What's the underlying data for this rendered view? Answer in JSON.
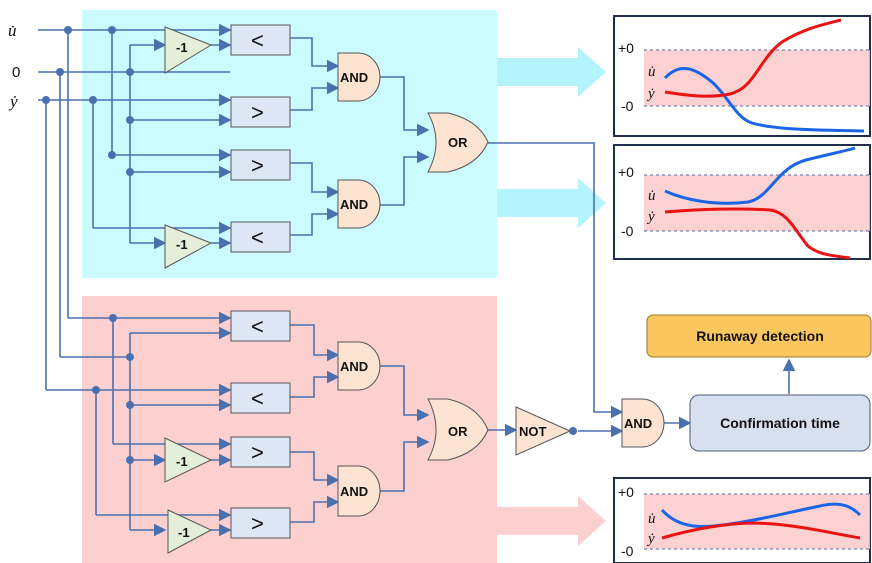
{
  "inputs": {
    "u_dot": "u̇",
    "zero": "0",
    "y_dot": "ẏ"
  },
  "gates": {
    "and": "AND",
    "or": "OR",
    "not": "NOT",
    "neg": "-1",
    "lt": "<",
    "gt": ">"
  },
  "plots": {
    "pos_label": "+0",
    "neg_label": "-0",
    "u_label": "u̇",
    "y_label": "ẏ"
  },
  "blocks": {
    "confirmation": "Confirmation time",
    "runaway": "Runaway detection"
  },
  "colors": {
    "region_top": "#ccfbff",
    "region_bottom": "#fdd0d0",
    "comparator": "#dde6f4",
    "gate": "#fde4d2",
    "neg_block": "#e3efd9",
    "runaway": "#fcc65e",
    "confirm": "#d6e0ef",
    "wire": "#4a70b0",
    "u_curve": "#1a64e6",
    "y_curve": "#e81414"
  }
}
